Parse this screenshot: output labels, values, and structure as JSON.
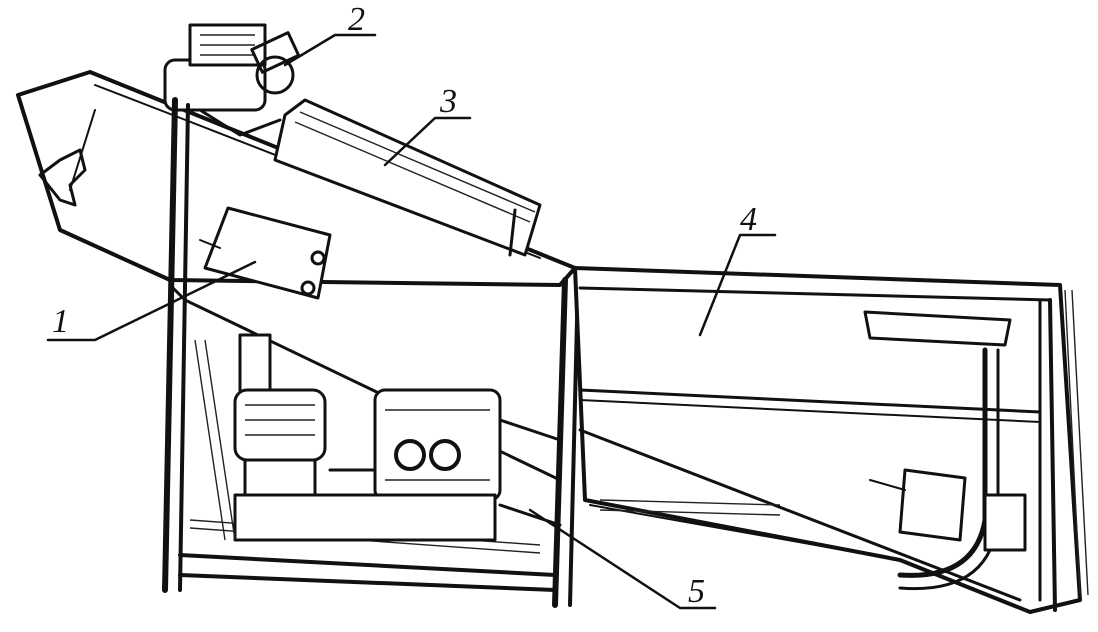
{
  "figure": {
    "callouts": [
      {
        "id": "callout-1",
        "text": "1"
      },
      {
        "id": "callout-2",
        "text": "2"
      },
      {
        "id": "callout-3",
        "text": "3"
      },
      {
        "id": "callout-4",
        "text": "4"
      },
      {
        "id": "callout-5",
        "text": "5"
      }
    ],
    "colors": {
      "ink": "#111111",
      "paper": "#ffffff"
    }
  }
}
